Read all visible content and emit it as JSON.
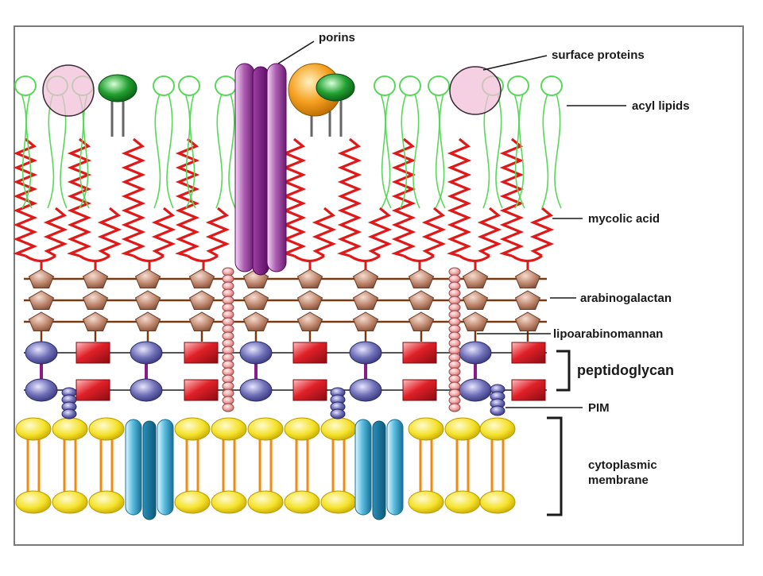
{
  "labels": {
    "porins": "porins",
    "surface_proteins": "surface proteins",
    "acyl_lipids": "acyl lipids",
    "mycolic_acid": "mycolic acid",
    "arabinogalactan": "arabinogalactan",
    "lipoarabinomannan": "lipoarabinomannan",
    "peptidoglycan": "peptidoglycan",
    "pim": "PIM",
    "cytoplasmic_membrane_line1": "cytoplasmic",
    "cytoplasmic_membrane_line2": "membrane"
  },
  "colors": {
    "frame": "#7a7a7a",
    "acyl_lipid": "#58d858",
    "mycolic_acid": "#e01818",
    "arabinogalactan": "#b07a62",
    "peptidoglycan_circle": "#6060a8",
    "peptidoglycan_square": "#d81e2a",
    "peptidoglycan_link": "#8a1a8a",
    "lipoarabinomannan_bead": "#f2a0a0",
    "porin": "#8e2a90",
    "surface_protein_green": "#1a9a2a",
    "surface_protein_orange": "#f09a10",
    "surface_protein_pink": "#f0c0d8",
    "membrane_head": "#f2e020",
    "membrane_tail": "#f08a10",
    "membrane_channel": "#2aa0c8"
  }
}
